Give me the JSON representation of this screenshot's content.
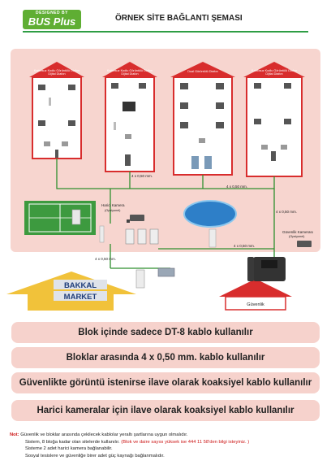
{
  "logo": {
    "top": "DESIGNED BY",
    "main": "BUS Plus"
  },
  "title": "ÖRNEK SİTE BAĞLANTI ŞEMASI",
  "buildings": [
    {
      "label": "Kablosuz Kodlu Görüntülü Diafon",
      "line2": "Dijital Diafon"
    },
    {
      "label": "Kablosuz Kodlu Görüntülü Diafon",
      "line2": "Dijital Diafon"
    },
    {
      "label": "Dual Görüntülü Diafon",
      "line2": ""
    },
    {
      "label": "Kablosuz Kodlu Görüntülü Diafon",
      "line2": "Dijital Diafon"
    }
  ],
  "cable_labels": [
    "4 x 0,50 mm.",
    "4 x 0,50 mm.",
    "4 x 0,50 mm.",
    "4 x 0,50 mm.",
    "4 x 0,50 mm."
  ],
  "camera_labels": {
    "external": "Harici Kamera",
    "external_sub": "(Opsiyonel)",
    "security": "Güvenlik Kamerası",
    "security_sub": "(Opsiyonel)"
  },
  "shop": {
    "line1": "BAKKAL",
    "line2": "MARKET"
  },
  "security_booth": "Güvenlik",
  "info_bars": [
    "Blok içinde sadece DT-8 kablo kullanılır",
    "Bloklar arasında 4 x 0,50 mm. kablo kullanılır",
    "Güvenlikte görüntü istenirse ilave olarak koaksiyel kablo kullanılır",
    "Harici kameralar için ilave olarak koaksiyel kablo kullanılır"
  ],
  "notes": {
    "label": "Not:",
    "line1": "Güvenlik ve bloklar arasında çekilecek kablolar yeraltı şartlarına uygun olmalıdır.",
    "line2": "Sistem, 8 bloğa kadar olan sitelerde kullanılır.",
    "line2_red": "(Blok ve daire sayısı yüksek ise 444 11 58'den bilgi isteyiniz. )",
    "line3": "Sisteme 2 adet harici kamera bağlanabilir.",
    "line4": "Sosyal tesislere ve güvenliğe birer adet güç kaynağı bağlanmalıdır."
  },
  "colors": {
    "brand": "#5fae33",
    "roof": "#d82d2d",
    "panel": "#f6d2cc",
    "cable": "#2f8f2f",
    "note_red": "#cc1616"
  }
}
